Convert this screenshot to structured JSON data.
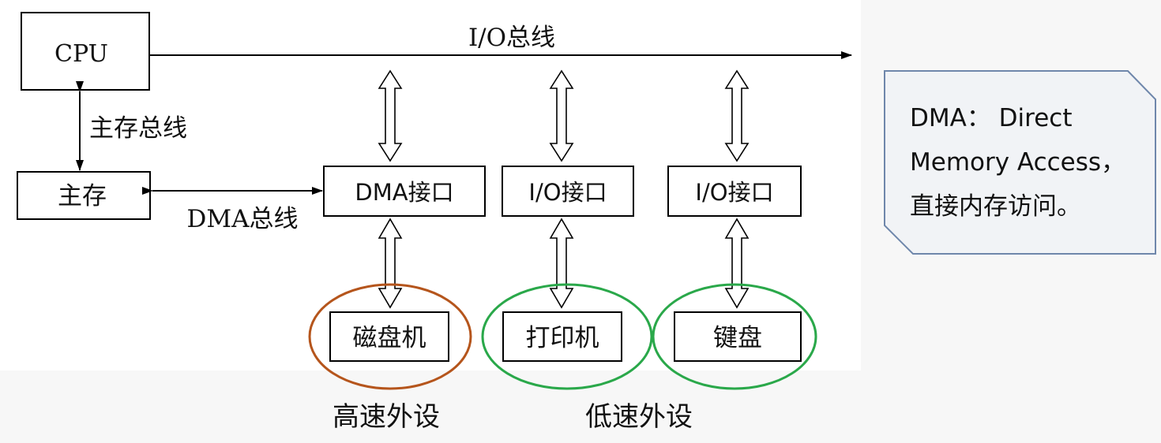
{
  "diagram": {
    "bus_labels": {
      "io_bus": "I/O总线",
      "memory_bus": "主存总线",
      "dma_bus": "DMA总线"
    },
    "nodes": {
      "cpu": "CPU",
      "main_memory": "主存",
      "dma_interface": "DMA接口",
      "io_interface_1": "I/O接口",
      "io_interface_2": "I/O接口",
      "disk": "磁盘机",
      "printer": "打印机",
      "keyboard": "键盘"
    },
    "group_labels": {
      "high_speed": "高速外设",
      "low_speed": "低速外设"
    },
    "colors": {
      "high_speed": "#b5551c",
      "low_speed": "#2aa84a",
      "note_border": "#6f87ab"
    }
  },
  "note": {
    "line1": "DMA： Direct",
    "line2": "Memory Access，",
    "line3": "直接内存访问。"
  }
}
